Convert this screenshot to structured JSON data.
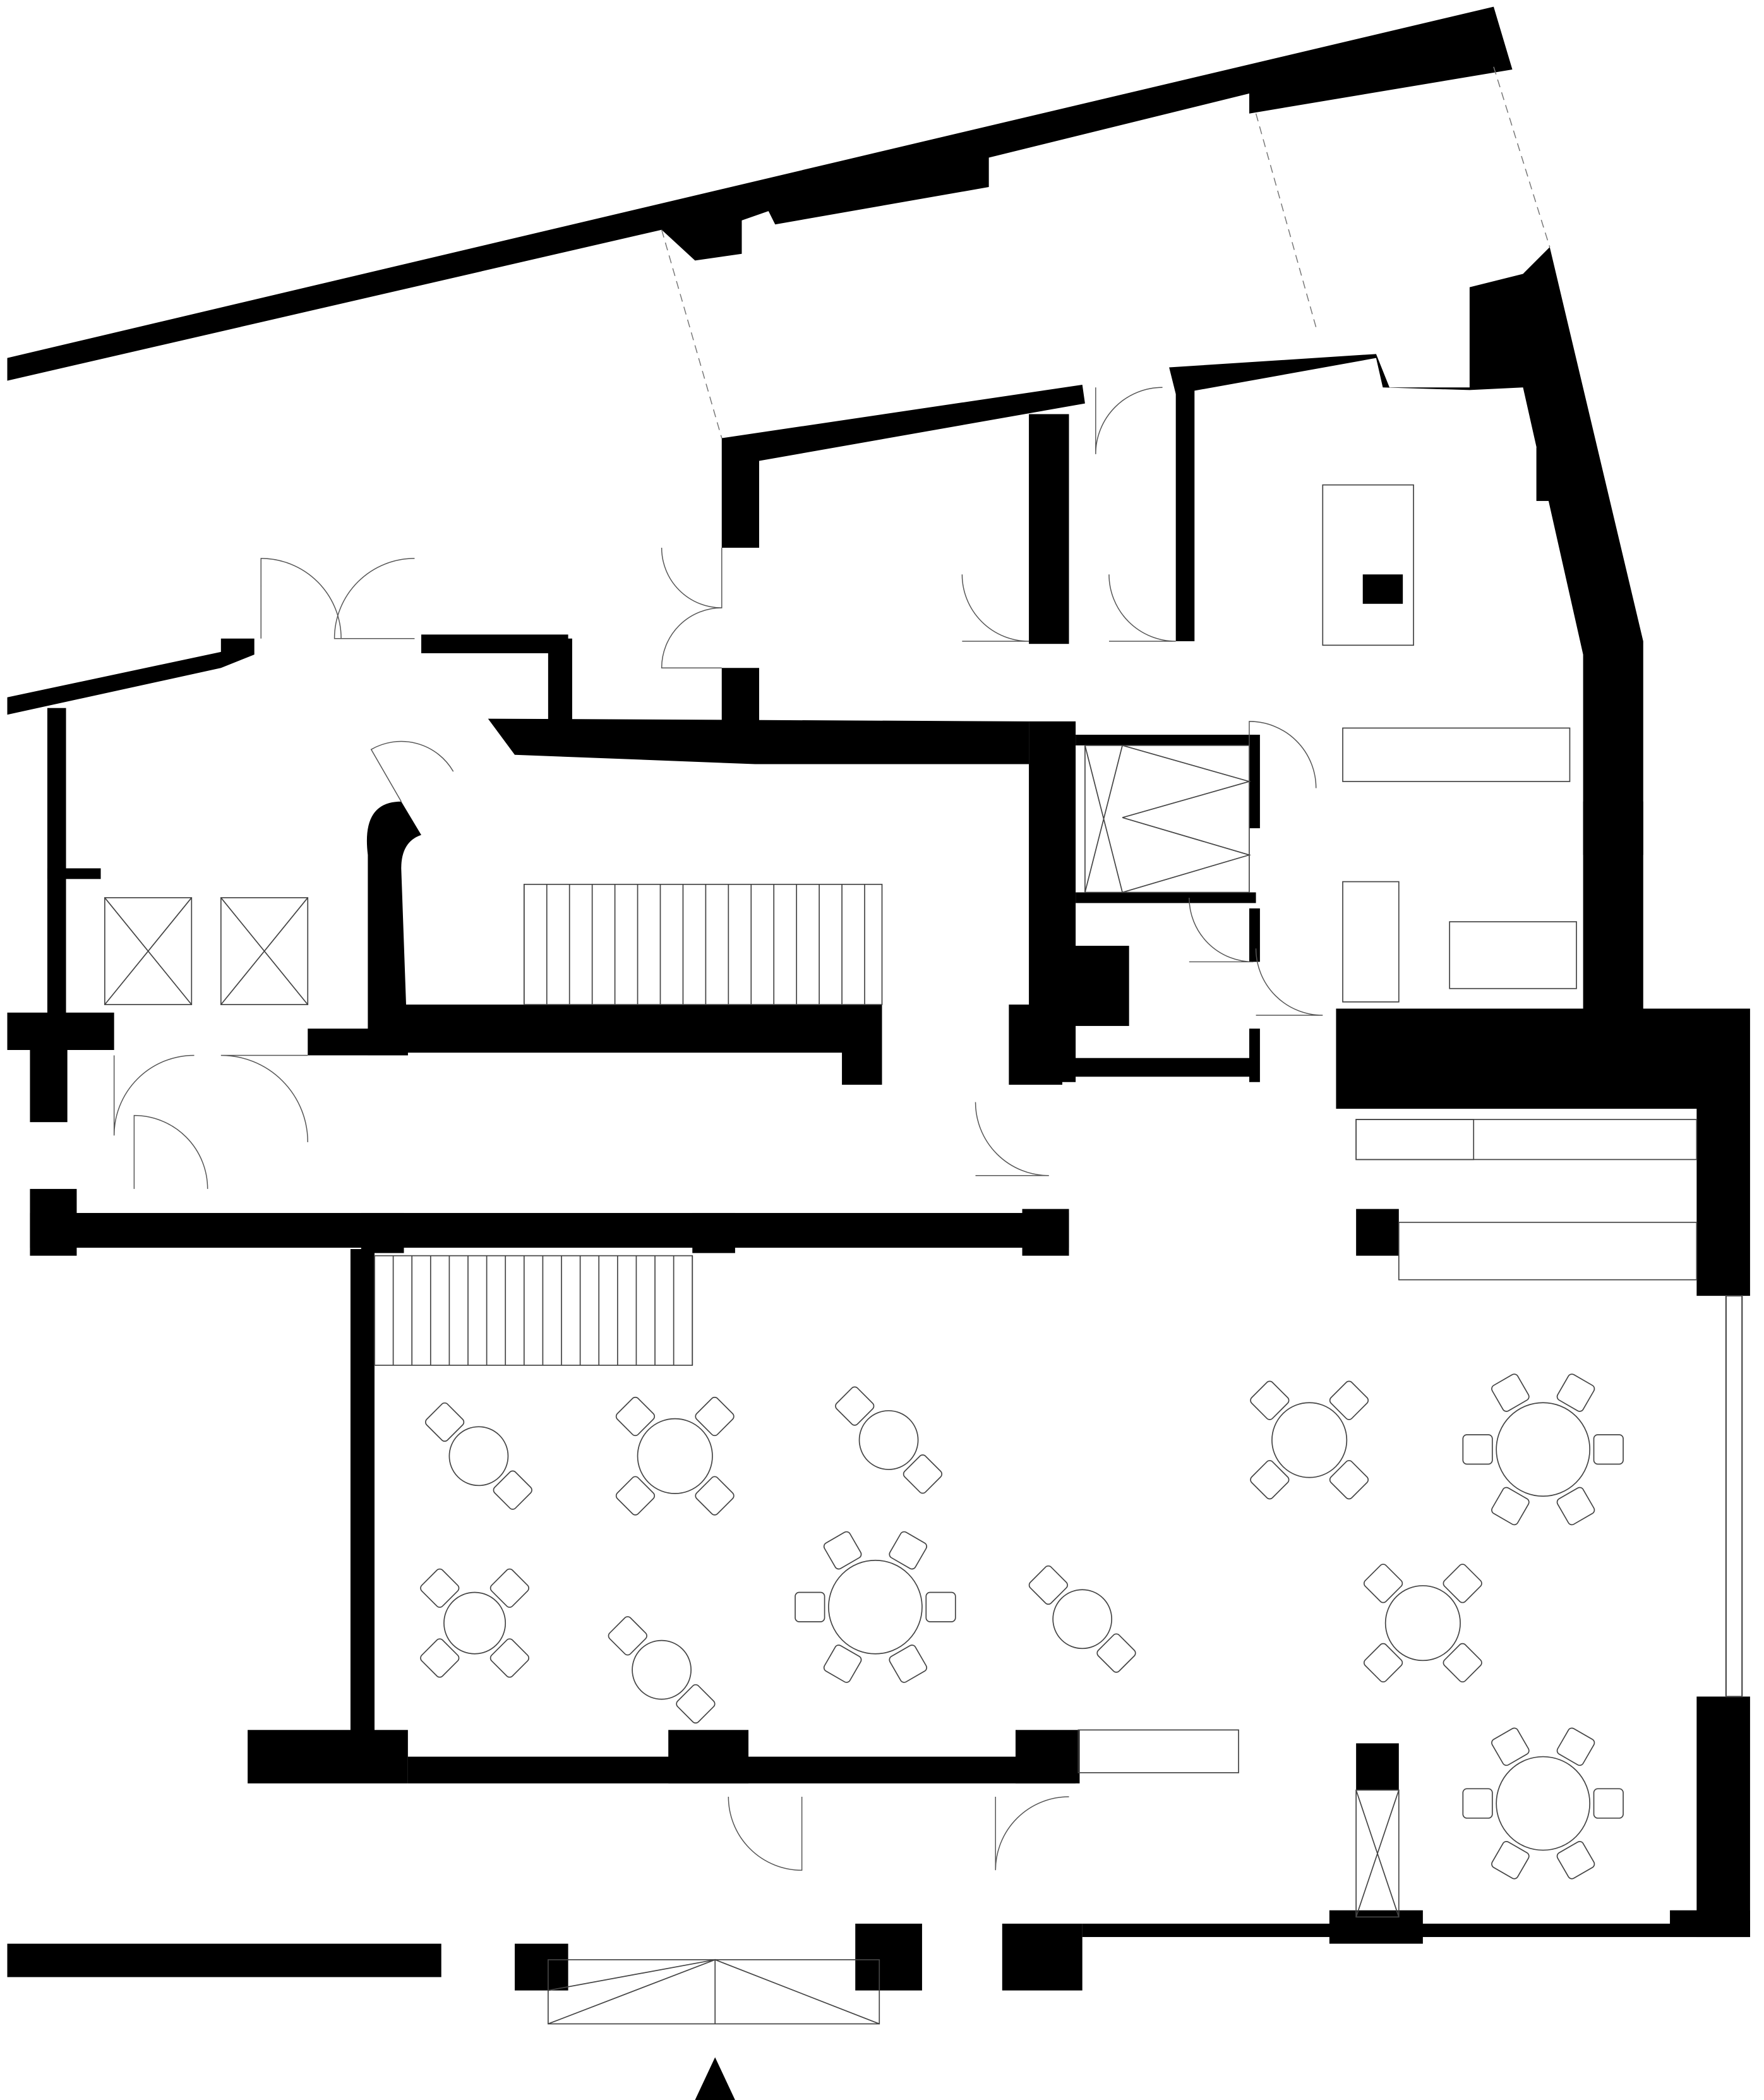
{
  "colors": {
    "wall": "#000000",
    "line": "#444444",
    "background": "#ffffff"
  },
  "north_arrow": {
    "icon": "north-arrow-icon"
  },
  "dining_tables": [
    {
      "seats": 2
    },
    {
      "seats": 4
    },
    {
      "seats": 2
    },
    {
      "seats": 4
    },
    {
      "seats": 6
    },
    {
      "seats": 4
    },
    {
      "seats": 2
    },
    {
      "seats": 6
    },
    {
      "seats": 2
    },
    {
      "seats": 4
    },
    {
      "seats": 6
    }
  ]
}
